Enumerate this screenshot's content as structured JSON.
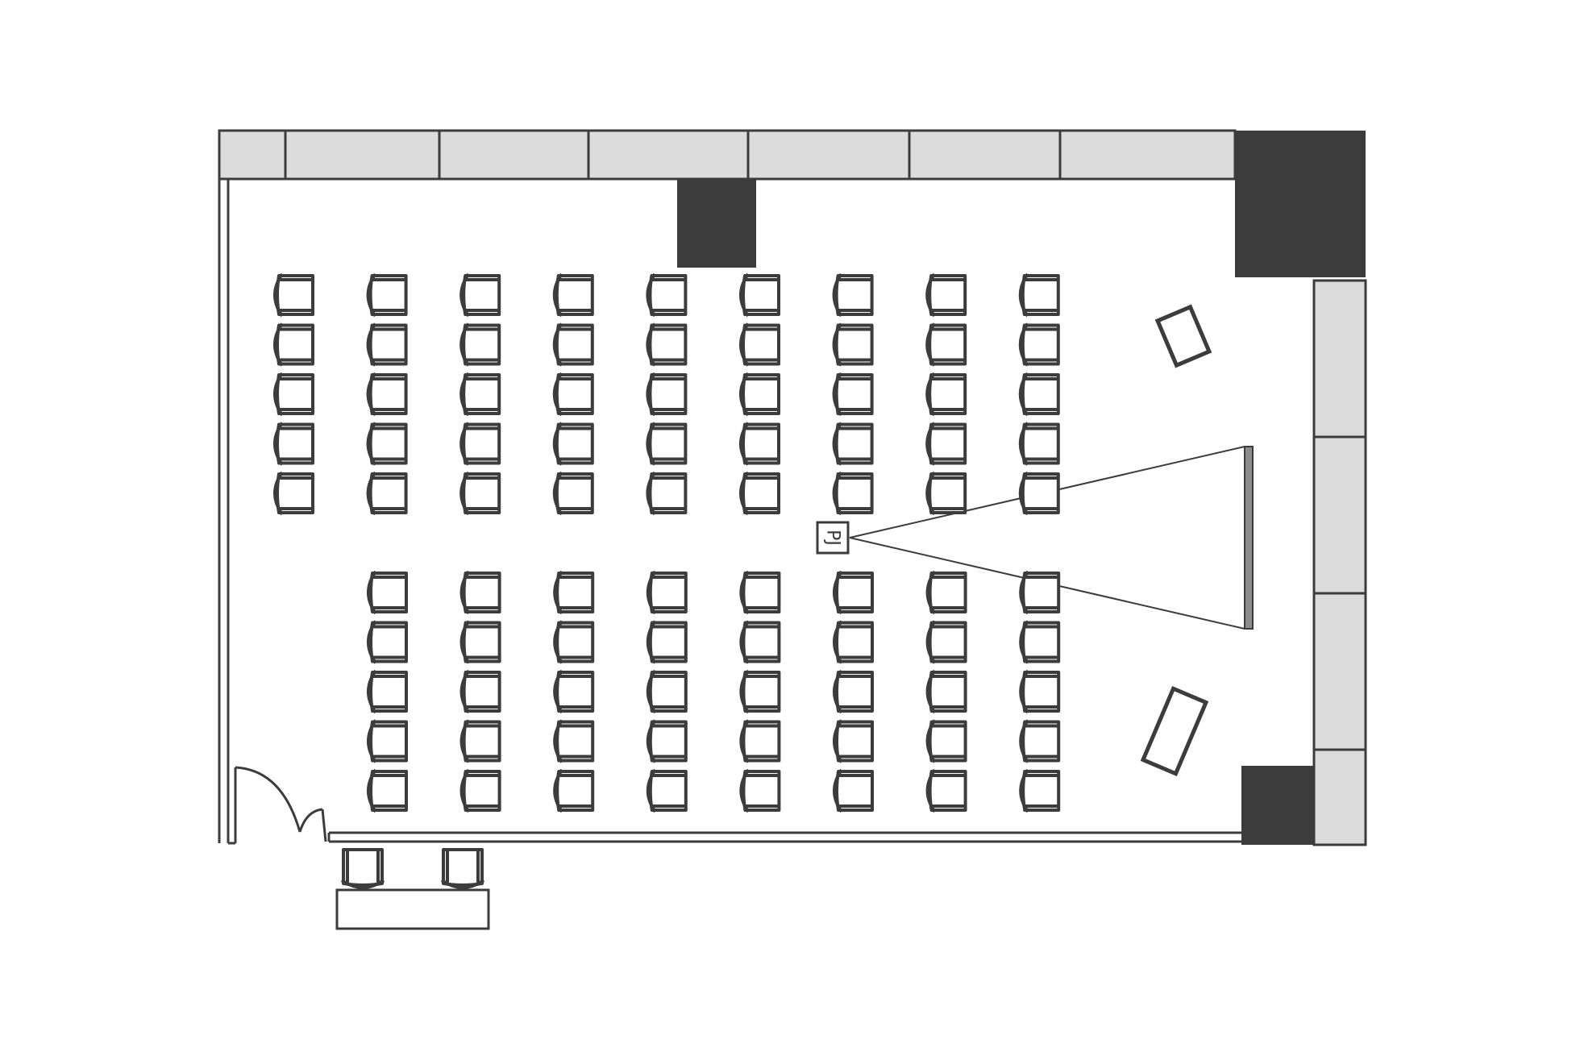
{
  "floor_plan": {
    "projector_label": "PJ",
    "colors": {
      "wall_line": "#3c3c3c",
      "window_fill": "#dcdcdc",
      "column_fill": "#3c3c3c",
      "screen_fill": "#8c8c8c",
      "background": "#ffffff"
    },
    "seating": {
      "upper_block": {
        "rows": 5,
        "columns": 9
      },
      "lower_block": {
        "rows": 5,
        "columns": 8
      },
      "reception_chairs": 2
    }
  }
}
